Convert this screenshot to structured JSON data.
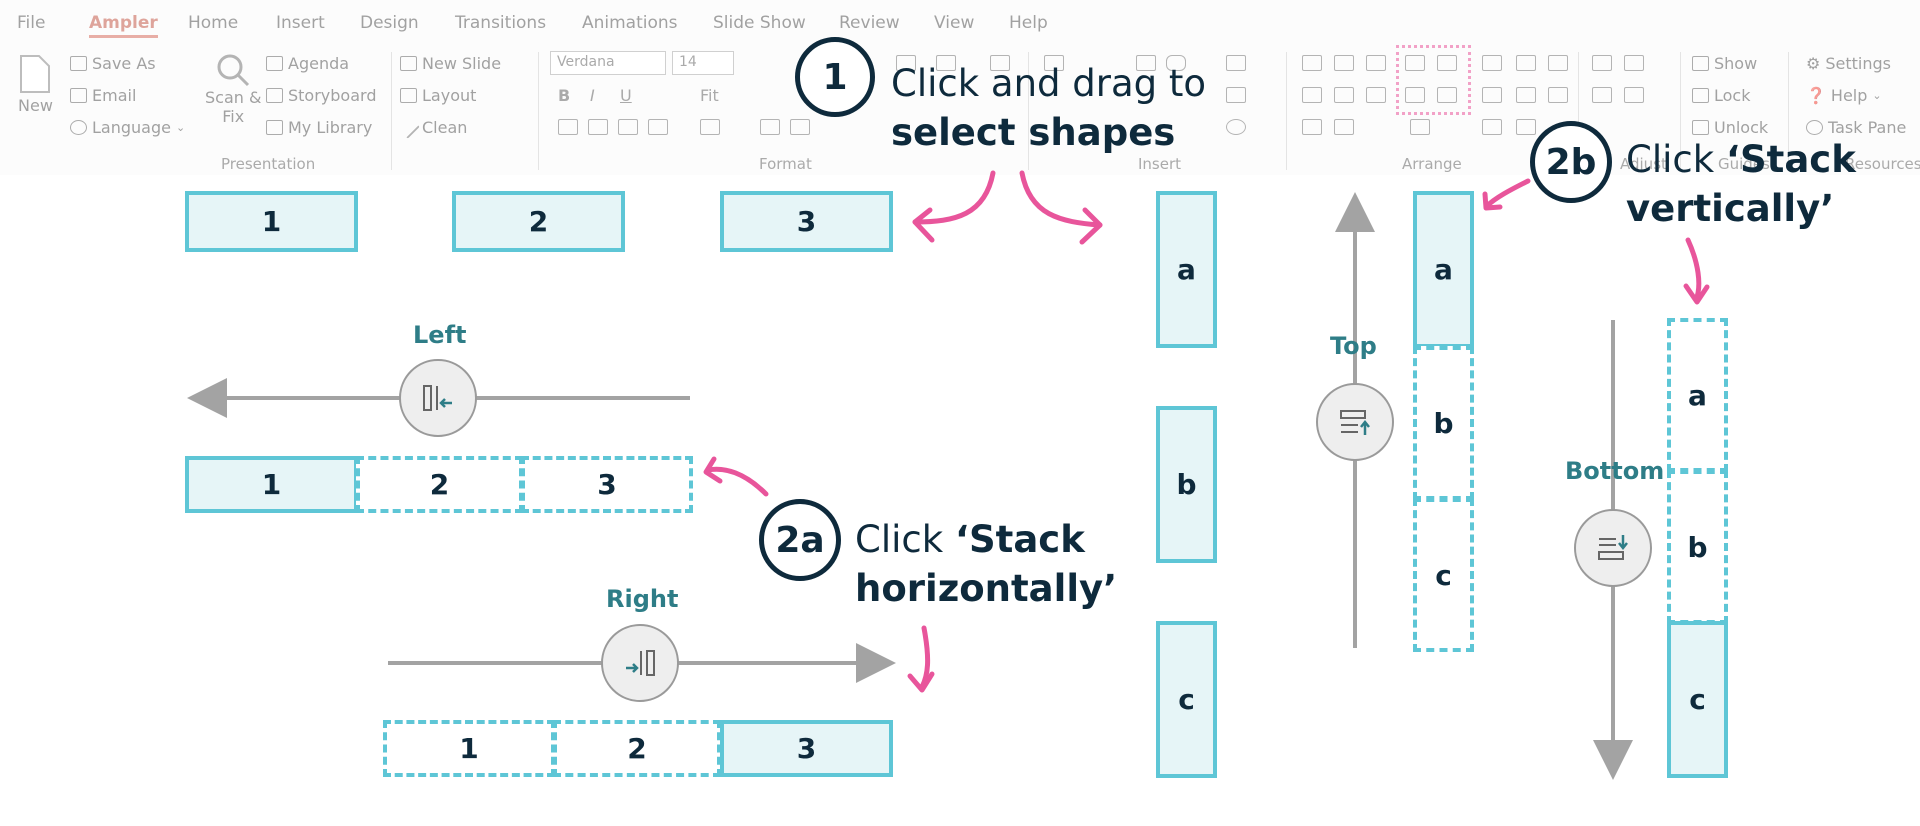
{
  "tabs": [
    "File",
    "Ampler",
    "Home",
    "Insert",
    "Design",
    "Transitions",
    "Animations",
    "Slide Show",
    "Review",
    "View",
    "Help"
  ],
  "presentation": {
    "new": "New",
    "save_as": "Save As",
    "email": "Email",
    "language": "Language",
    "scan_fix_1": "Scan &",
    "scan_fix_2": "Fix",
    "agenda": "Agenda",
    "storyboard": "Storyboard",
    "my_library": "My Library",
    "group": "Presentation"
  },
  "layout_group": {
    "new_slide": "New Slide",
    "layout": "Layout",
    "clean": "Clean"
  },
  "format": {
    "font": "Verdana",
    "size": "14",
    "fit": "Fit",
    "group": "Format",
    "bold": "B",
    "italic": "I",
    "underline": "U"
  },
  "insert": {
    "group": "Insert"
  },
  "arrange": {
    "group": "Arrange",
    "adjust": "Adjust",
    "guides": "Guides"
  },
  "guides": {
    "show": "Show",
    "lock": "Lock",
    "unlock": "Unlock"
  },
  "resources": {
    "settings": "Settings",
    "help": "Help",
    "task_pane": "Task Pane",
    "group": "Resources"
  },
  "step1": {
    "num": "1",
    "line1": "Click and drag to",
    "line2": "select shapes"
  },
  "step2a": {
    "num": "2a",
    "prefix": "Click ",
    "line1_bold": "‘Stack",
    "line2_bold": "horizontally",
    "line2_end": "’"
  },
  "step2b": {
    "num": "2b",
    "prefix": "Click ",
    "line1_bold": "‘Stack",
    "line2_bold": "vertically",
    "line2_end": "’"
  },
  "directions": {
    "left": "Left",
    "right": "Right",
    "top": "Top",
    "bottom": "Bottom"
  },
  "boxes": {
    "top_row": [
      "1",
      "2",
      "3"
    ],
    "left_row": [
      "1",
      "2",
      "3"
    ],
    "right_row": [
      "1",
      "2",
      "3"
    ],
    "column": [
      "a",
      "b",
      "c"
    ],
    "top_stack": [
      "a",
      "b",
      "c"
    ],
    "bottom_stack": [
      "a",
      "b",
      "c"
    ]
  },
  "colors": {
    "accent": "#5ec6d6",
    "fill": "#e6f5f7",
    "pink": "#e8559b",
    "navy": "#0e2a3c",
    "teal_label": "#2e7d87"
  },
  "icons": [
    "document-icon",
    "save-icon",
    "email-icon",
    "language-icon",
    "magnifier-icon",
    "agenda-icon",
    "storyboard-icon",
    "library-icon",
    "new-slide-icon",
    "layout-icon",
    "clean-icon",
    "stack-left-icon",
    "stack-right-icon",
    "stack-top-icon",
    "stack-bottom-icon",
    "checkbox-icon",
    "lock-icon",
    "unlock-icon",
    "gear-icon",
    "help-icon",
    "task-pane-icon"
  ]
}
